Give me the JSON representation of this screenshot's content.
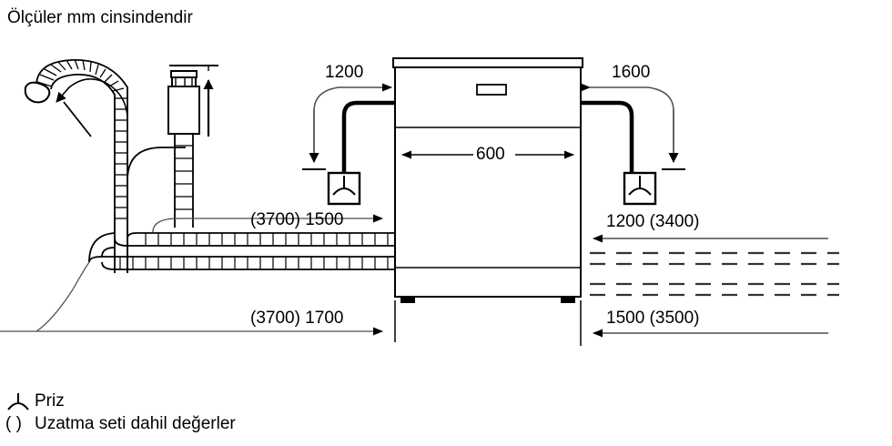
{
  "title": "Ölçüler mm cinsindendir",
  "diagram": {
    "type": "installation-dimension-diagram",
    "appliance": "dishwasher",
    "unit": "mm",
    "labels": {
      "top_left": "1200",
      "top_right": "1600",
      "width": "600",
      "mid_left": "(3700) 1500",
      "mid_right": "1200 (3400)",
      "bottom_left": "(3700) 1700",
      "bottom_right": "1500 (3500)"
    },
    "icons": {
      "socket": "power-socket-icon",
      "hose": "corrugated-hose",
      "aquastop": "aqua-stop-valve",
      "direction_arrow": "flow-direction-arrow"
    }
  },
  "legend": {
    "items": [
      {
        "symbol": "socket-icon",
        "label": "Priz"
      },
      {
        "symbol": "parenthesis",
        "label": "Uzatma seti dahil değerler"
      }
    ],
    "paren_symbol": "( )"
  },
  "colors": {
    "stroke": "#000000",
    "thin": "#4d4d4d",
    "background": "#ffffff"
  }
}
